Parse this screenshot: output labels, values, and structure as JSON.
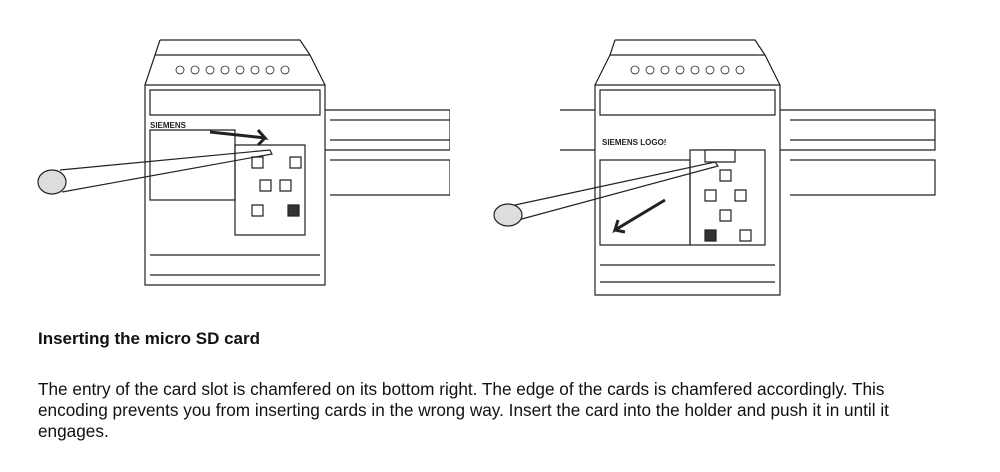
{
  "figures": [
    {
      "alt_logo_text": "SIEMENS",
      "action": "insert"
    },
    {
      "alt_logo_text": "SIEMENS LOGO!",
      "action": "remove"
    }
  ],
  "section": {
    "heading": "Inserting the micro SD card",
    "body": "The entry of the card slot is chamfered on its bottom right. The edge of the cards is chamfered accordingly. This encoding prevents you from inserting cards in the wrong way. Insert the card into the holder and push it in until it engages."
  }
}
